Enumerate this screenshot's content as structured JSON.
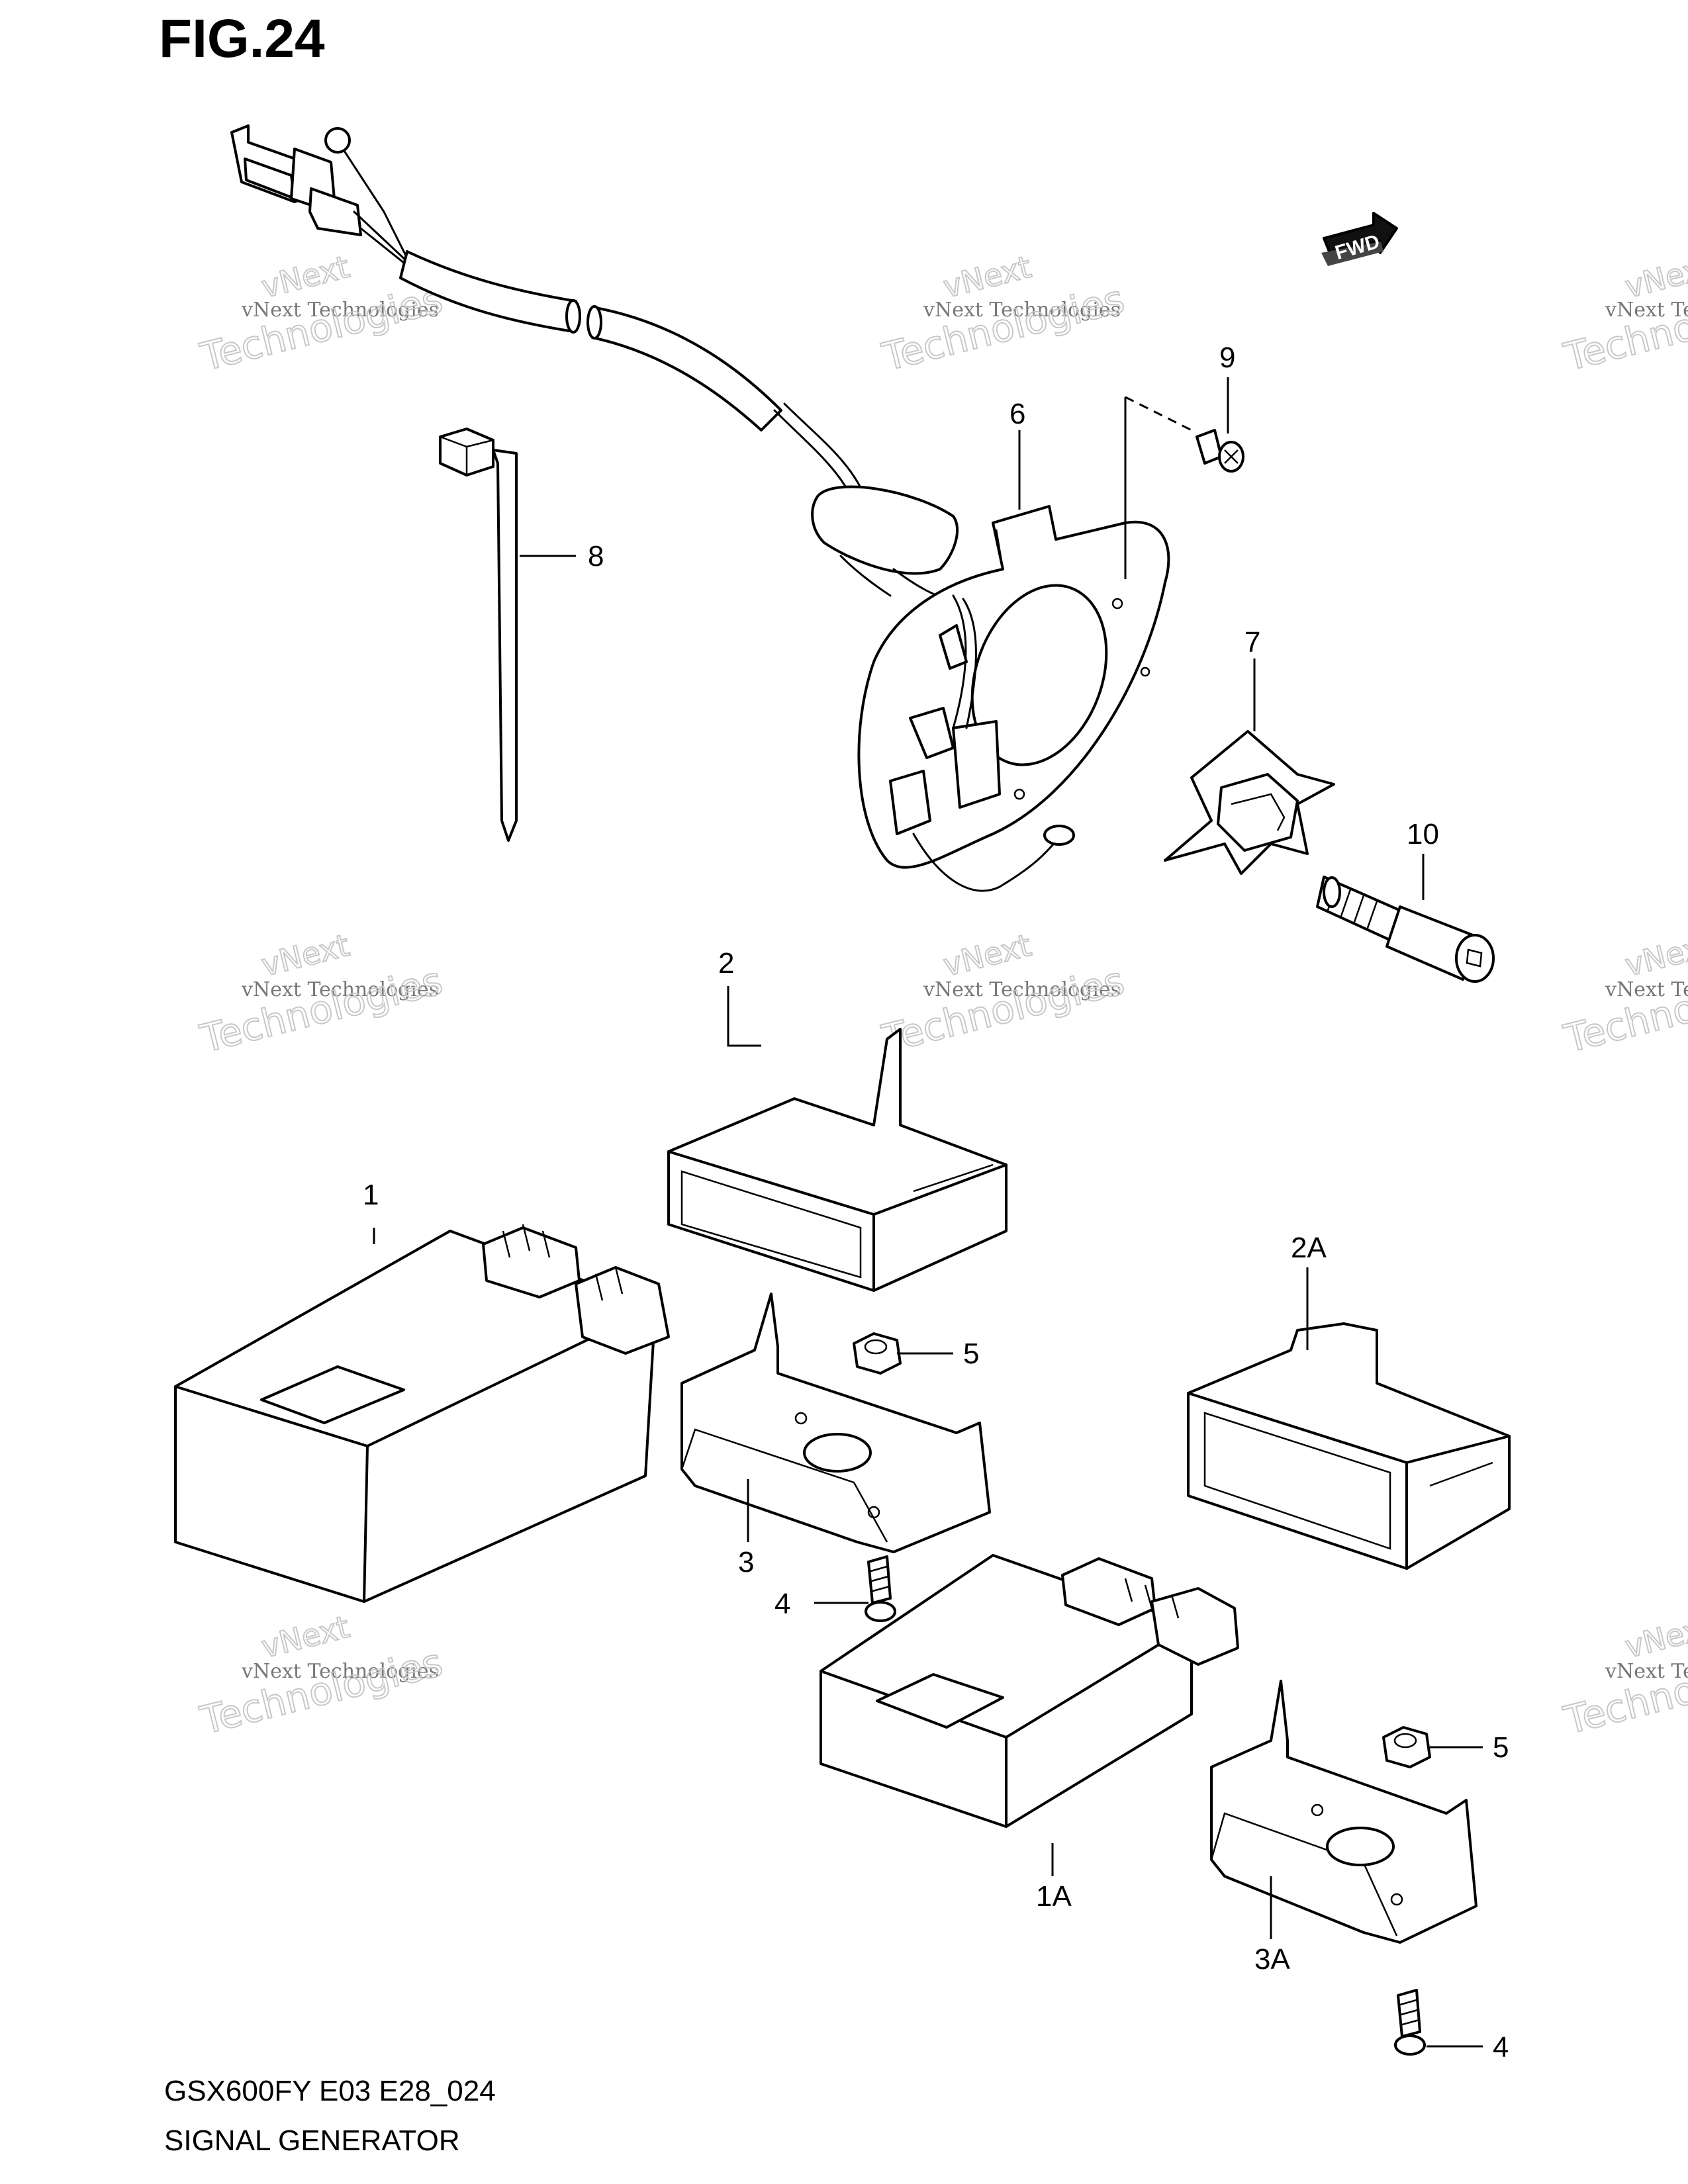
{
  "figure_title": "FIG.24",
  "fwd_label": "FWD",
  "model_code": "GSX600FY E03 E28_024",
  "section_title": "SIGNAL GENERATOR",
  "watermark": {
    "line1": "vNext Technologies",
    "line2": "vNext",
    "line3": "Technologies"
  },
  "callouts": [
    {
      "id": "c1",
      "label": "1"
    },
    {
      "id": "c1a",
      "label": "1A"
    },
    {
      "id": "c2",
      "label": "2"
    },
    {
      "id": "c2a",
      "label": "2A"
    },
    {
      "id": "c3",
      "label": "3"
    },
    {
      "id": "c3a",
      "label": "3A"
    },
    {
      "id": "c4a",
      "label": "4"
    },
    {
      "id": "c4b",
      "label": "4"
    },
    {
      "id": "c5a",
      "label": "5"
    },
    {
      "id": "c5b",
      "label": "5"
    },
    {
      "id": "c6",
      "label": "6"
    },
    {
      "id": "c7",
      "label": "7"
    },
    {
      "id": "c8",
      "label": "8"
    },
    {
      "id": "c9",
      "label": "9"
    },
    {
      "id": "c10",
      "label": "10"
    }
  ]
}
